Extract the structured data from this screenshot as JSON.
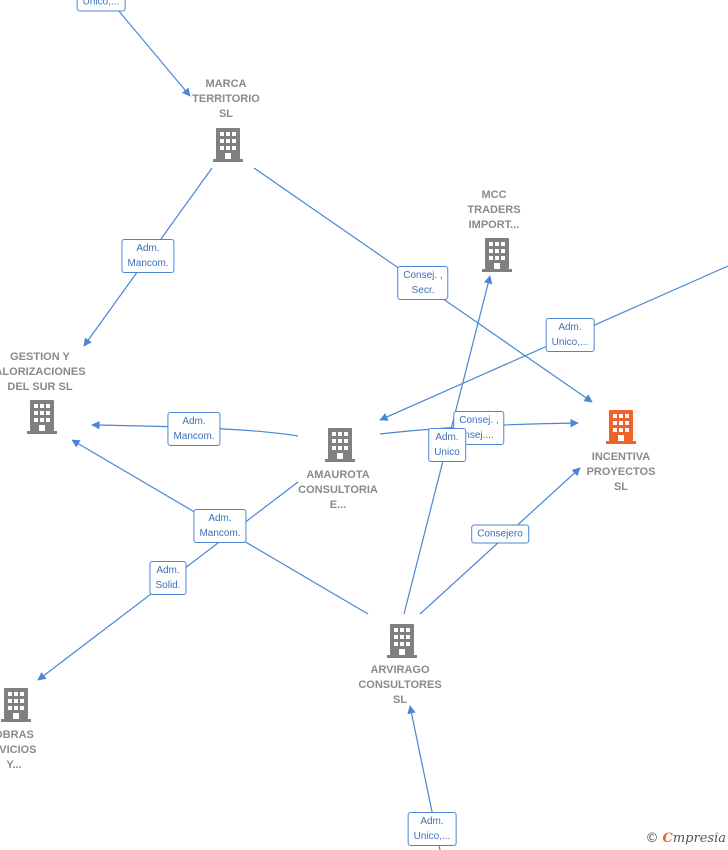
{
  "colors": {
    "edge": "#4a86d4",
    "node_icon": "#808080",
    "focus_icon": "#f0622a",
    "label": "#8a8a8a"
  },
  "nodes": [
    {
      "id": "marca",
      "label": "MARCA\nTERRITORIO\nSL",
      "icon": "building-icon",
      "focus": false
    },
    {
      "id": "mcc",
      "label": "MCC\nTRADERS\nIMPORT...",
      "icon": "building-icon",
      "focus": false
    },
    {
      "id": "gestion",
      "label": "GESTION Y\nALORIZACIONES\nDEL SUR  SL",
      "icon": "building-icon",
      "focus": false
    },
    {
      "id": "amaurota",
      "label": "AMAUROTA\nCONSULTORIA\nE...",
      "icon": "building-icon",
      "focus": false
    },
    {
      "id": "incentiva",
      "label": "INCENTIVA\nPROYECTOS\nSL",
      "icon": "building-icon",
      "focus": true
    },
    {
      "id": "arvirago",
      "label": "ARVIRAGO\nCONSULTORES\nSL",
      "icon": "building-icon",
      "focus": false
    },
    {
      "id": "obras",
      "label": "OBRAS\nRVICIOS\nY...",
      "icon": "building-icon",
      "focus": false
    }
  ],
  "edge_labels": [
    {
      "id": "top-unico",
      "text": "Unico,..."
    },
    {
      "id": "marca-gestion",
      "text": "Adm.\nMancom."
    },
    {
      "id": "marca-incentiva",
      "text": "Consej. ,\nSecr."
    },
    {
      "id": "right-unico",
      "text": "Adm.\nUnico,..."
    },
    {
      "id": "amaurota-gestion",
      "text": "Adm.\nMancom."
    },
    {
      "id": "amaurota-incentiva",
      "text": "Consej. ,\nnsej...."
    },
    {
      "id": "arvirago-mcc",
      "text": "Adm.\nUnico"
    },
    {
      "id": "arvirago-gestion",
      "text": "Adm.\nMancom."
    },
    {
      "id": "arvirago-incentiva",
      "text": "Consejero"
    },
    {
      "id": "arvirago-obras",
      "text": "Adm.\nSolid."
    },
    {
      "id": "bottom-unico",
      "text": "Adm.\nUnico,..."
    }
  ],
  "brand": {
    "copyright": "©",
    "initial": "C",
    "rest": "mpresia"
  }
}
